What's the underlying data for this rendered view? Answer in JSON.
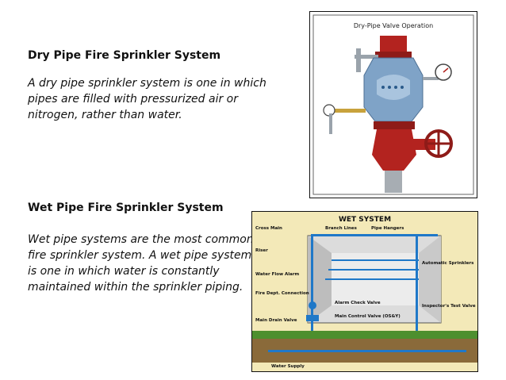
{
  "dry_section": {
    "heading": "Dry Pipe Fire Sprinkler System",
    "body": "A dry pipe sprinkler system is one in which pipes are filled with pressurized air or nitrogen, rather than water."
  },
  "wet_section": {
    "heading": "Wet Pipe Fire Sprinkler System",
    "body": "Wet pipe systems are the most common fire sprinkler system. A wet pipe system is one in which water is constantly maintained within the sprinkler piping."
  },
  "dry_figure": {
    "title": "Dry-Pipe Valve Operation",
    "gauge_icon": "pressure-gauge-icon",
    "valve_wheel_icon": "valve-wheel-icon"
  },
  "wet_figure": {
    "title": "WET SYSTEM",
    "labels": {
      "cross_main": "Cross Main",
      "branch_lines": "Branch Lines",
      "pipe_hangers": "Pipe Hangers",
      "riser": "Riser",
      "automatic_sprinklers": "Automatic Sprinklers",
      "water_flow_alarm": "Water Flow Alarm",
      "fire_dept_connection": "Fire Dept. Connection",
      "alarm_check_valve": "Alarm Check Valve",
      "inspectors_test_valve": "Inspector's Test Valve",
      "main_control_valve": "Main Control Valve (OS&Y)",
      "main_drain_valve": "Main Drain Valve",
      "water_supply": "Water Supply"
    },
    "colors": {
      "pipe": "#1f78c8",
      "ground": "#8a6a3a",
      "grass": "#4d8f2e",
      "background": "#f3e9b8"
    }
  },
  "colors": {
    "valve_red": "#b3231f",
    "valve_blue": "#7fa3c7"
  }
}
